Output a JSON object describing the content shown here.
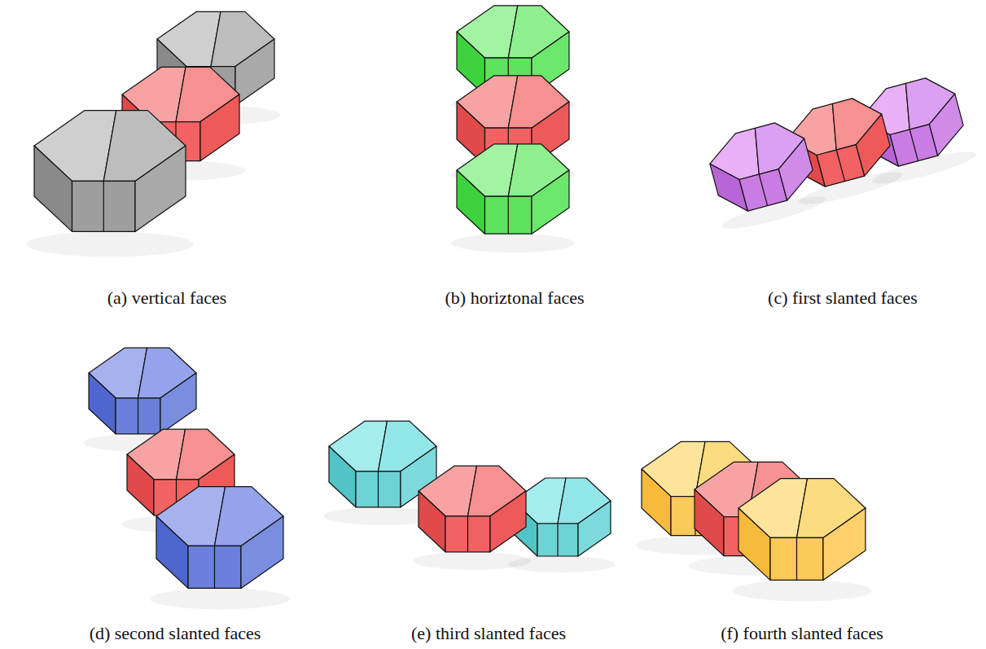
{
  "diagram": {
    "labels": [
      "(a) vertical faces",
      "(b) horiztonal faces",
      "(c) first slanted faces",
      "(d) second slanted faces",
      "(e) third slanted faces",
      "(f) fourth slanted faces"
    ]
  }
}
